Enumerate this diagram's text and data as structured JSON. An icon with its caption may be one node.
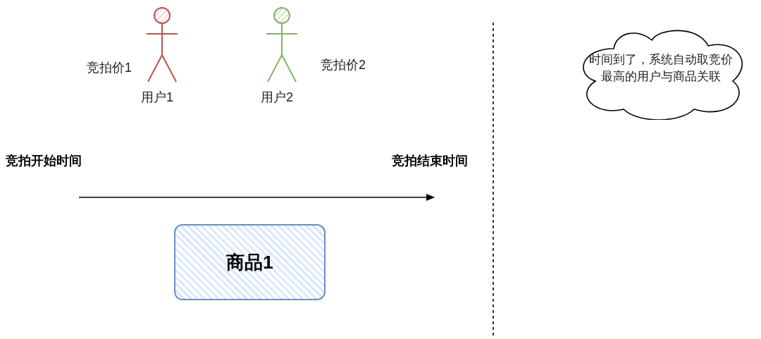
{
  "diagram": {
    "nodes": [
      {
        "text": [
          "用户1"
        ],
        "beside": [
          "竞拍价1"
        ]
      },
      {
        "text": [
          "用户2"
        ],
        "beside": [
          "竞拍价2"
        ]
      },
      {
        "text": [
          "时间到了，系统自动取竞价最高的用户与商品关联"
        ]
      },
      {
        "text": [
          "商品1"
        ]
      }
    ],
    "edges": [],
    "labels": [
      "竞拍开始时间",
      "竞拍结束时间"
    ]
  }
}
